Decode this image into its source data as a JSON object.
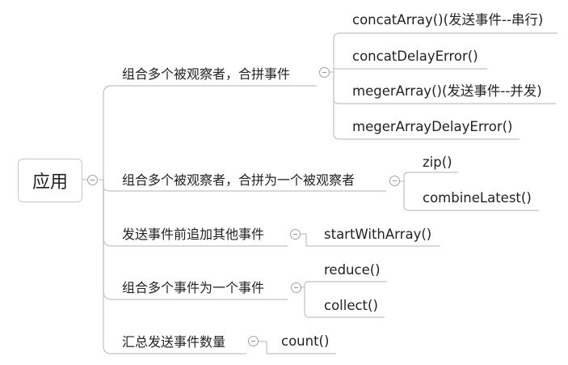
{
  "root": {
    "label": "应用"
  },
  "branches": [
    {
      "label": "组合多个被观察者，合拼事件",
      "children": [
        "concatArray()(发送事件--串行)",
        "concatDelayError()",
        "megerArray()(发送事件--并发)",
        "megerArrayDelayError()"
      ]
    },
    {
      "label": "组合多个被观察者，合拼为一个被观察者",
      "children": [
        "zip()",
        "combineLatest()"
      ]
    },
    {
      "label": "发送事件前追加其他事件",
      "children": [
        "startWithArray()"
      ]
    },
    {
      "label": "组合多个事件为一个事件",
      "children": [
        "reduce()",
        "collect()"
      ]
    },
    {
      "label": "汇总发送事件数量",
      "children": [
        "count()"
      ]
    }
  ],
  "colors": {
    "line": "#c2c2c2",
    "text": "#222222",
    "toggle": "#a0a0a0"
  }
}
